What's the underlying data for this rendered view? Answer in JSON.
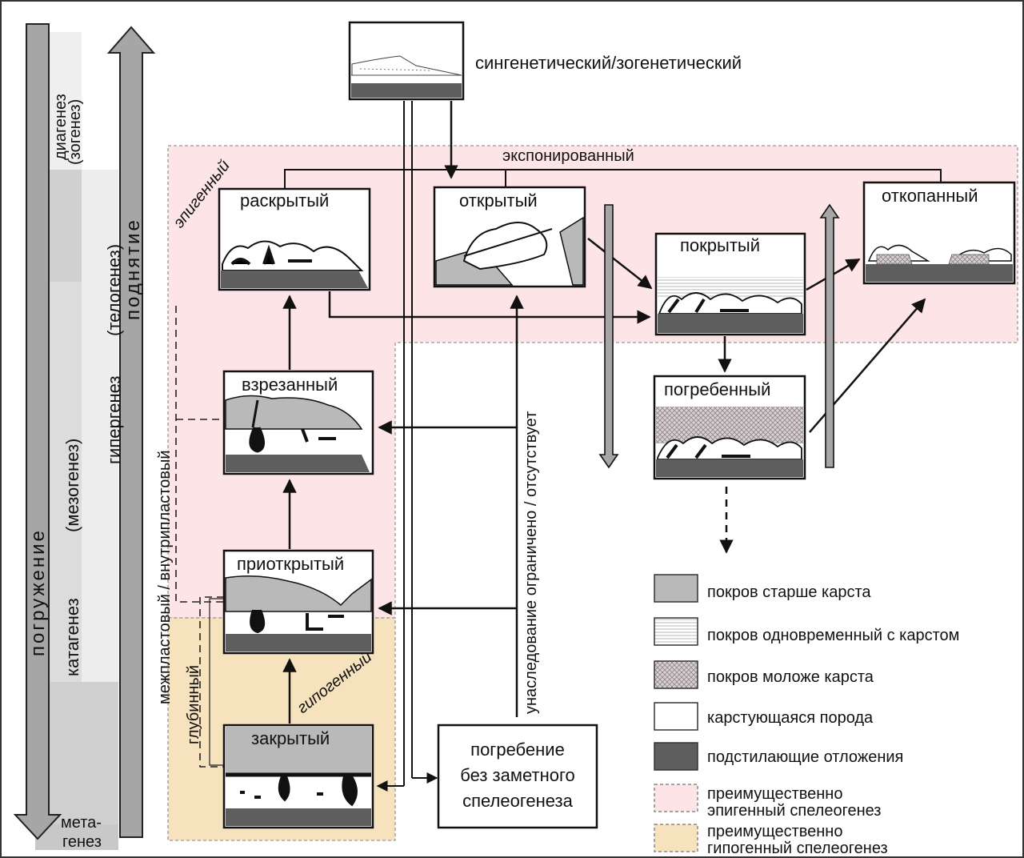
{
  "axes": {
    "left_scale": "погружение",
    "right_scale": "поднятие",
    "diagenesis": "диагенез",
    "eogenesis": "(зогенез)",
    "hypergenesis": "гипергенез",
    "telogenesis": "(телогенез)",
    "katagenesis": "катагенез",
    "mesogenesis": "(мезогенез)",
    "metagenesis_a": "мета-",
    "metagenesis_b": "генез"
  },
  "top_label": "сингенетический/зогенетический",
  "exposed_label": "экспонированный",
  "zones": {
    "epigenic": "эпигенный",
    "hypogenic": "гипогенный",
    "interstratal": "межпластовый / внутрипластовый",
    "deep": "глубинный"
  },
  "boxes": {
    "opened": "раскрытый",
    "open": "открытый",
    "exhumed": "откопанный",
    "covered": "покрытый",
    "buried": "погребенный",
    "incised": "взрезанный",
    "partly_opened": "приоткрытый",
    "closed": "закрытый"
  },
  "inheritance_label": "унаследование ограничено / отсутствует",
  "burial_box": {
    "line1": "погребение",
    "line2": "без заметного",
    "line3": "спелеогенеза"
  },
  "legend": [
    {
      "label": "покров старше карста"
    },
    {
      "label": "покров одновременный с карстом"
    },
    {
      "label": "покров моложе карста"
    },
    {
      "label": "карстующаяся порода"
    },
    {
      "label": "подстилающие отложения"
    },
    {
      "label": "преимущественно",
      "label2": "эпигенный спелеогенез"
    },
    {
      "label": "преимущественно",
      "label2": "гипогенный спелеогенез"
    }
  ],
  "colors": {
    "epigenic_zone": "#fde4e6",
    "hypogenic_zone": "#f6e2bd",
    "older_cover": "#b9b9b9",
    "bedrock": "#5e5e5e",
    "arrow_grey": "#a6a6a6"
  }
}
